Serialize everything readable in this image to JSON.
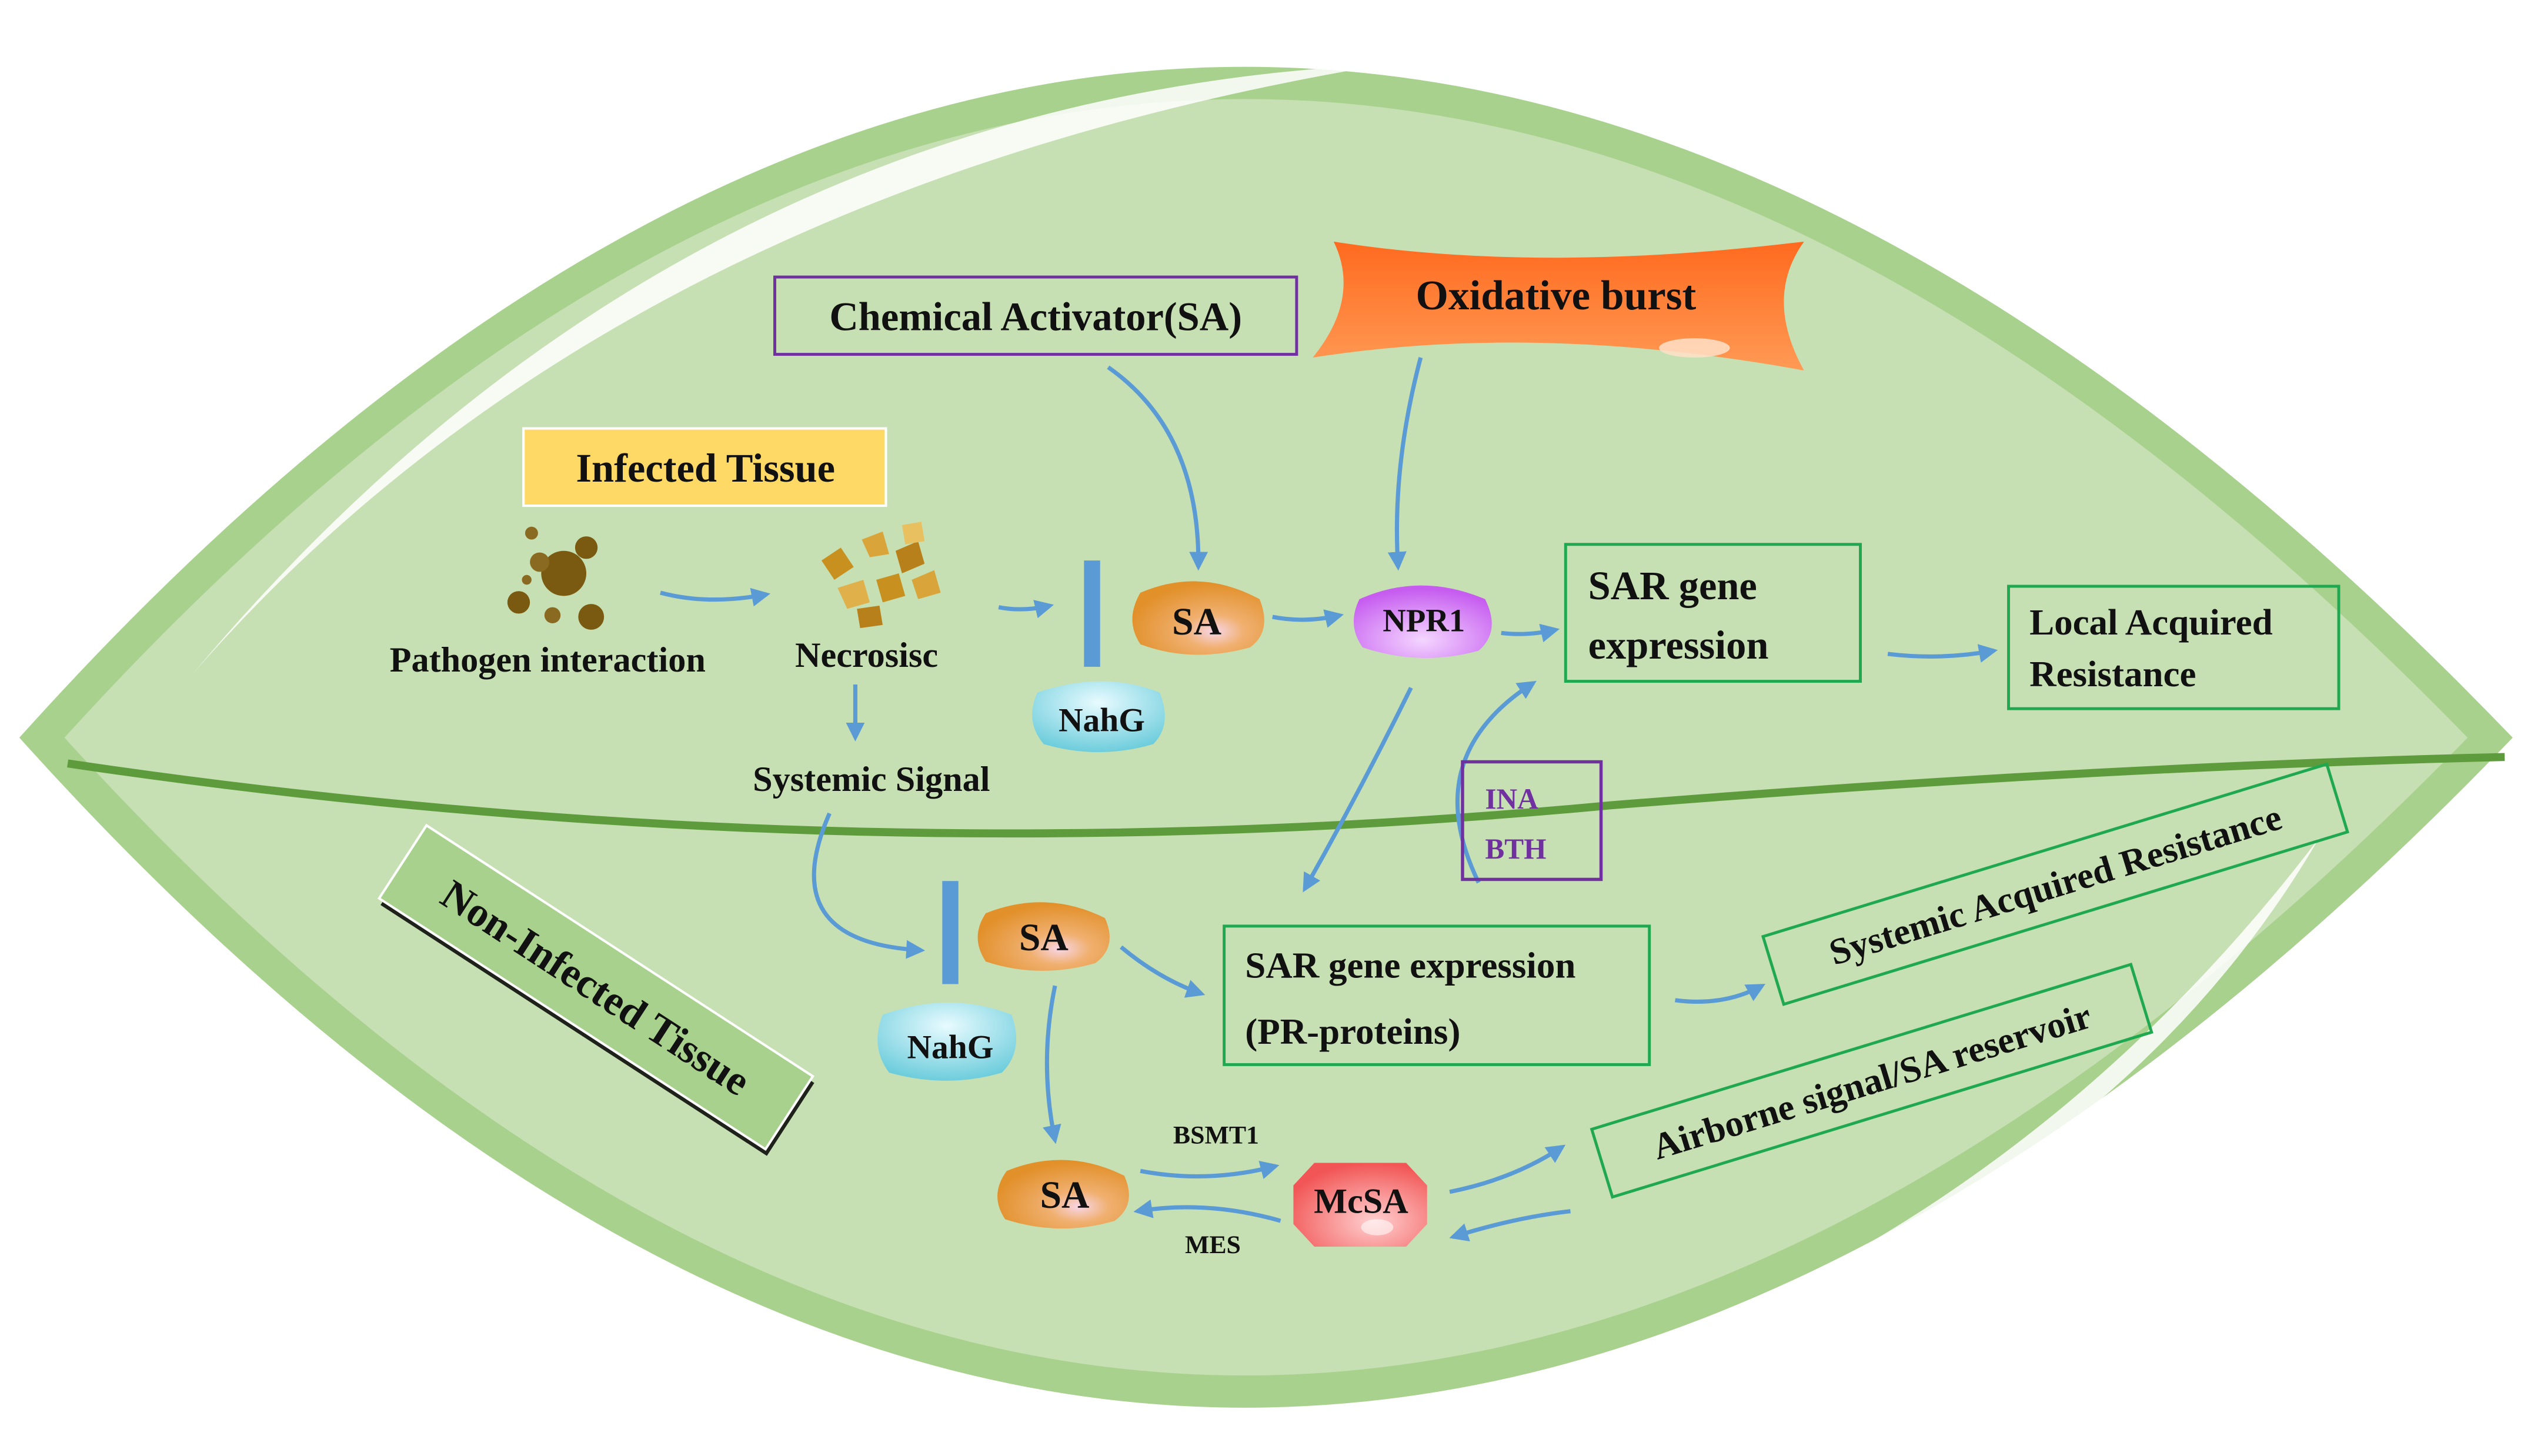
{
  "labels": {
    "infected_tissue": "Infected Tissue",
    "non_infected_tissue": "Non-Infected Tissue",
    "pathogen_interaction": "Pathogen interaction",
    "necrosis": "Necrosisc",
    "systemic_signal": "Systemic Signal",
    "chemical_activator": "Chemical Activator(SA)",
    "oxidative_burst": "Oxidative burst",
    "sa": "SA",
    "npr1": "NPR1",
    "nahg": "NahG",
    "mcsa": "McSA",
    "bsmt1": "BSMT1",
    "mes": "MES",
    "sar_gene_expression_line1": "SAR gene",
    "sar_gene_expression_line2": "expression",
    "local_acquired_line1": "Local Acquired",
    "local_acquired_line2": "Resistance",
    "ina": "INA",
    "bth": "BTH",
    "sar_pr_line1": "SAR gene expression",
    "sar_pr_line2": "(PR-proteins)",
    "systemic_acquired_resistance": "Systemic Acquired Resistance",
    "airborne_signal": "Airborne signal/SA reservoir"
  },
  "colors": {
    "leaf_fill": "#c6e0b4",
    "leaf_border": "#a9d18e",
    "midrib": "#5e9b3c",
    "arrow": "#5b9bd5",
    "box_green": "#1fa84f",
    "box_purple": "#7030a0",
    "infected_fill": "#ffd966",
    "sa_fill": "#e69a2e",
    "npr1_fill": "#cc66ff",
    "nahg_fill": "#7fd3e0",
    "mcsa_fill": "#ff6666",
    "oxidative_fill": "#ff7f33",
    "purple_text": "#7030a0"
  }
}
